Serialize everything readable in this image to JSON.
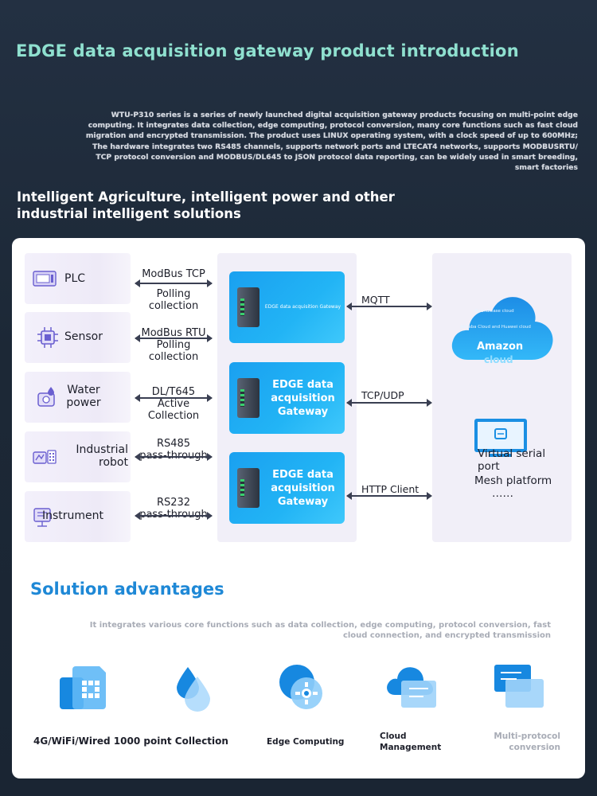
{
  "header": {
    "title": "EDGE data acquisition gateway product introduction",
    "intro": "WTU-P310 series is a series of newly launched digital acquisition gateway products focusing on multi-point edge computing. It integrates data collection, edge computing, protocol conversion, many core functions such as fast cloud migration and encrypted transmission. The product uses LINUX operating system, with a clock speed of up to 600MHz; The hardware integrates two RS485 channels, supports network ports and LTECAT4 networks, supports MODBUSRTU/ TCP protocol conversion and MODBUS/DL645 to JSON protocol data reporting, can be widely used in smart breeding, smart factories",
    "subtitle": "Intelligent Agriculture, intelligent power and other industrial intelligent solutions"
  },
  "devices": [
    {
      "label": "PLC",
      "icon": "plc-icon",
      "protocol": [
        "ModBus TCP",
        "Polling",
        "collection"
      ]
    },
    {
      "label": "Sensor",
      "icon": "sensor-chip-icon",
      "protocol": [
        "ModBus RTU",
        "Polling",
        "collection"
      ]
    },
    {
      "label": "Water power",
      "icon": "water-meter-icon",
      "protocol": [
        "DL/T645",
        "Active",
        "Collection"
      ]
    },
    {
      "label": "Industrial robot",
      "icon": "robot-icon",
      "protocol": [
        "RS485",
        "pass-through"
      ]
    },
    {
      "label": "Instrument",
      "icon": "instrument-icon",
      "protocol": [
        "RS232",
        "pass-through"
      ]
    }
  ],
  "gateways": [
    {
      "label": "EDGE data acquisition Gateway",
      "small": true
    },
    {
      "label": "EDGE data acquisition Gateway",
      "small": false
    },
    {
      "label": "EDGE data acquisition Gateway",
      "small": false
    }
  ],
  "links": [
    "MQTT",
    "TCP/UDP",
    "HTTP Client"
  ],
  "cloud": {
    "line1": "Roundlease cloud",
    "line2": "Alibaba Cloud and Huawei cloud",
    "line3": "Amazon",
    "line4": "cloud"
  },
  "platform": {
    "line1": "Virtual serial",
    "line2": "port",
    "line3": "Mesh platform",
    "line4": "……"
  },
  "advantages": {
    "title": "Solution advantages",
    "desc": "It integrates various core functions such as data collection, edge computing, protocol conversion, fast cloud connection, and encrypted transmission",
    "features": [
      {
        "label": "4G/WiFi/Wired 1000 point Collection",
        "icon": "sim-card-icon"
      },
      {
        "label": "",
        "icon": "water-drop-icon"
      },
      {
        "label": "Edge Computing",
        "icon": "edge-computing-icon"
      },
      {
        "label": "Cloud Management",
        "icon": "cloud-management-icon"
      },
      {
        "label": "Multi-protocol conversion",
        "icon": "multi-protocol-icon"
      }
    ]
  },
  "colors": {
    "title": "#8fe0cf",
    "accent": "#1e88d6",
    "gateway": "#1aa0f0"
  }
}
